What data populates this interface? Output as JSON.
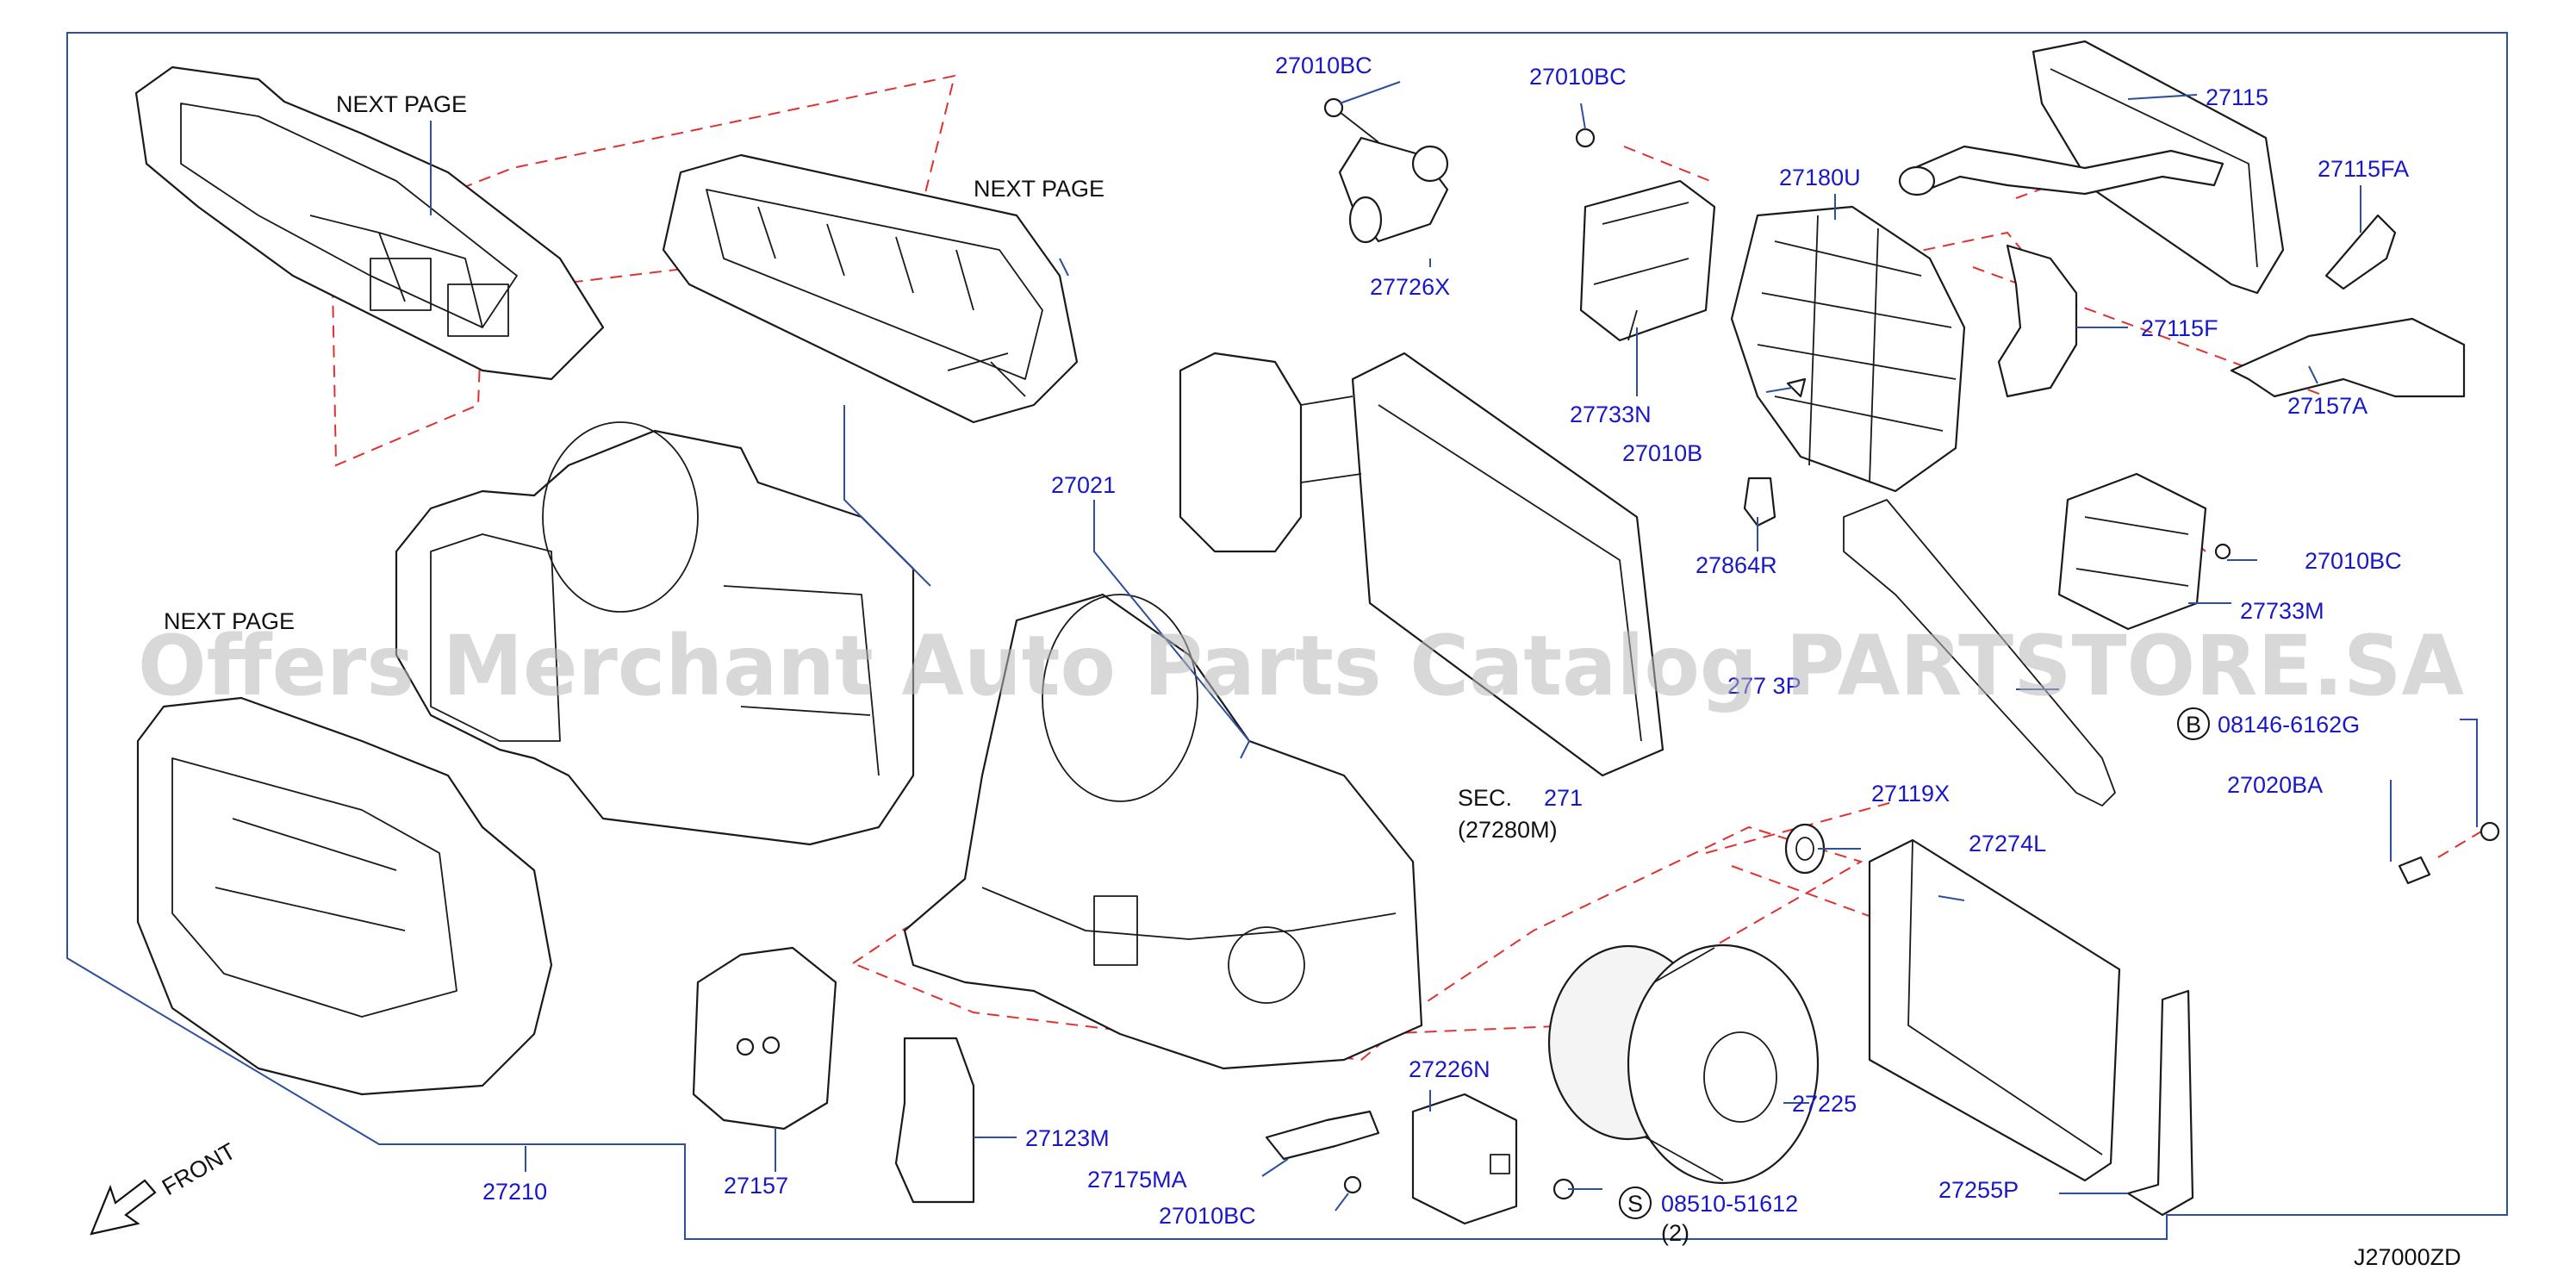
{
  "diagram": {
    "id": "J27000ZD",
    "watermark": "Offers Merchant Auto Parts Catalog PARTSTORE.SA",
    "direction_label": "FRONT",
    "next_page_labels": [
      "NEXT   PAGE",
      "NEXT   PAGE",
      "NEXT   PAGE"
    ],
    "section_ref": {
      "prefix": "SEC.",
      "number": "271",
      "part": "(27280M)"
    },
    "bolt_codes": {
      "b": {
        "letter": "B",
        "code": "08146-6162G"
      },
      "s": {
        "letter": "S",
        "code": "08510-51612",
        "qty": "(2)"
      }
    },
    "parts": {
      "p27010bc_1": "27010BC",
      "p27010bc_2": "27010BC",
      "p27010bc_3": "27010BC",
      "p27010bc_4": "27010BC",
      "p27726x": "27726X",
      "p27115": "27115",
      "p27115fa": "27115FA",
      "p27180u": "27180U",
      "p27115f": "27115F",
      "p27733n": "27733N",
      "p27010b": "27010B",
      "p27157a": "27157A",
      "p27021": "27021",
      "p27864r": "27864R",
      "p27733m": "27733M",
      "p27713p": "277 3P",
      "p27020ba": "27020BA",
      "p27119x": "27119X",
      "p27274l": "27274L",
      "p27226n": "27226N",
      "p27225": "27225",
      "p27123m": "27123M",
      "p27157": "27157",
      "p27175ma": "27175MA",
      "p27210": "27210",
      "p27255p": "27255P"
    }
  }
}
